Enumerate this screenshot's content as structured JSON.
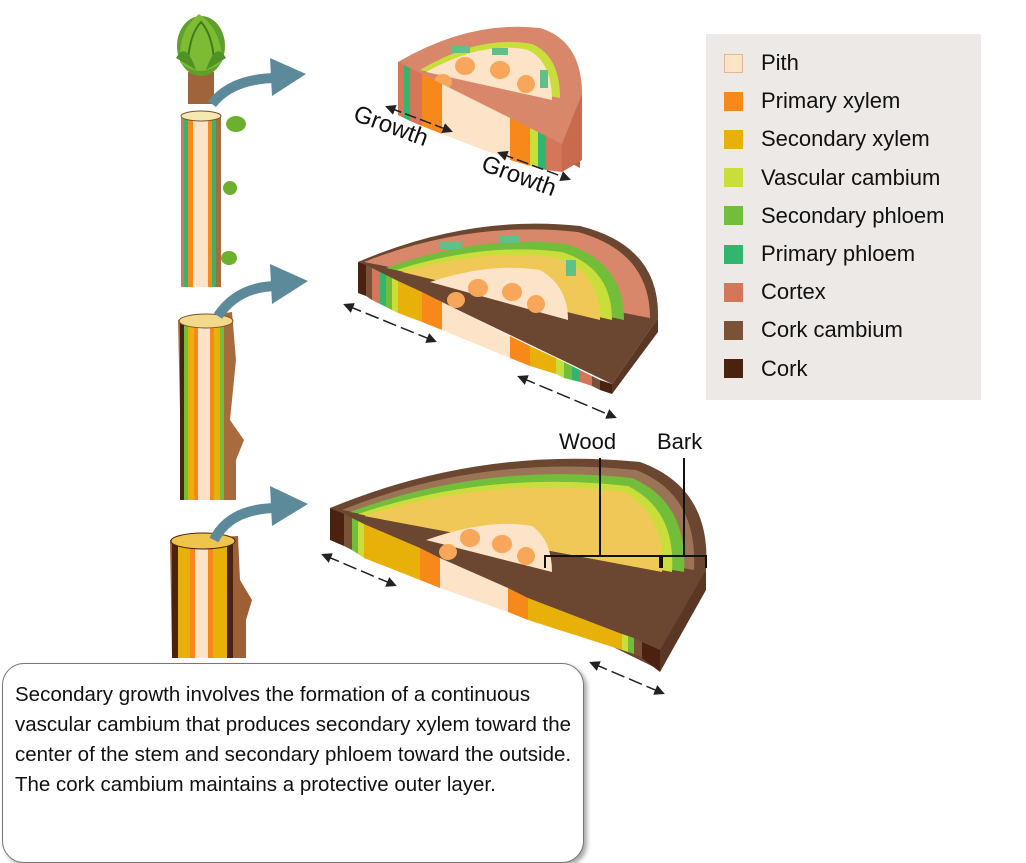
{
  "legend": {
    "items": [
      {
        "label": "Pith",
        "color": "#fde3c8"
      },
      {
        "label": "Primary xylem",
        "color": "#f7891b"
      },
      {
        "label": "Secondary xylem",
        "color": "#e7b10a"
      },
      {
        "label": "Vascular cambium",
        "color": "#c9de3a"
      },
      {
        "label": "Secondary phloem",
        "color": "#72bd3a"
      },
      {
        "label": "Primary phloem",
        "color": "#32b56f"
      },
      {
        "label": "Cortex",
        "color": "#d47659"
      },
      {
        "label": "Cork cambium",
        "color": "#7a5237"
      },
      {
        "label": "Cork",
        "color": "#4b2210"
      }
    ]
  },
  "labels": {
    "growth_1": "Growth",
    "growth_2": "Growth",
    "wood": "Wood",
    "bark": "Bark"
  },
  "caption": "Secondary growth involves the formation of a continuous vascular cambium that produces secondary xylem toward the center of the stem and secondary phloem toward the outside. The cork cambium maintains a protective outer layer."
}
